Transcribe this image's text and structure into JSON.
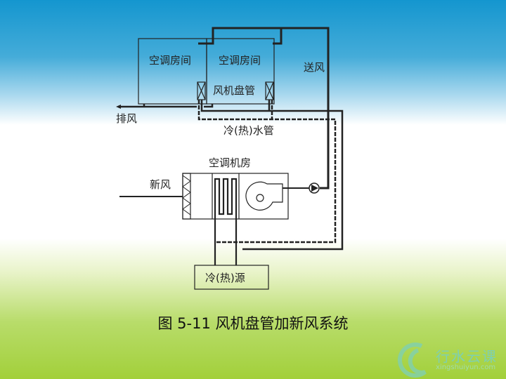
{
  "diagram": {
    "room_left": "空调房间",
    "room_right": "空调房间",
    "supply_air": "送风",
    "fan_coil": "风机盘管",
    "exhaust_air": "排风",
    "water_pipe": "冷(热)水管",
    "ahu_room": "空调机房",
    "fresh_air": "新风",
    "source": "冷(热)源"
  },
  "caption": "图 5-11  风机盘管加新风系统",
  "logo": {
    "name": "行水云课",
    "url": "xingshuiyun.com"
  }
}
